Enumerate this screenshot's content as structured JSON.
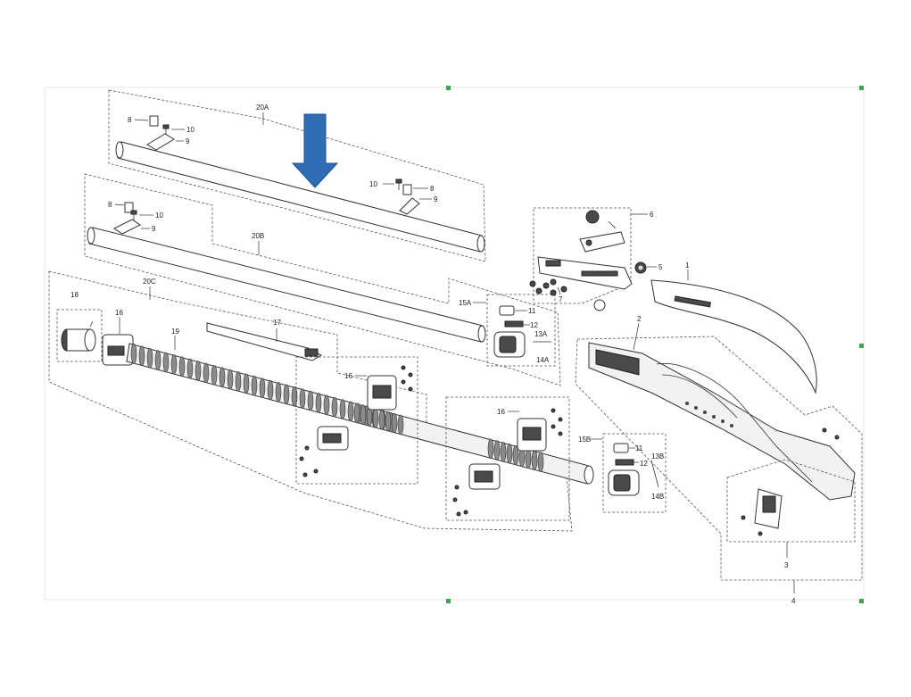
{
  "colors": {
    "arrow": "#2f6db5",
    "arrow_stroke": "#1f4f8a",
    "marker": "#3aa64a",
    "line": "#333333"
  },
  "icons": {
    "indicator": "down-arrow-icon",
    "corner_marks": "green-corner-mark-icon"
  },
  "labels": {
    "p20A": "20A",
    "p20B": "20B",
    "p20C": "20C",
    "p1": "1",
    "p2": "2",
    "p3": "3",
    "p4": "4",
    "p5": "5",
    "p6": "6",
    "p7": "7",
    "p8": "8",
    "p9": "9",
    "p10": "10",
    "p11": "11",
    "p12": "12",
    "p13A": "13A",
    "p13B": "13B",
    "p14A": "14A",
    "p14B": "14B",
    "p15A": "15A",
    "p15B": "15B",
    "p16": "16",
    "p17": "17",
    "p18": "18",
    "p19": "19"
  }
}
